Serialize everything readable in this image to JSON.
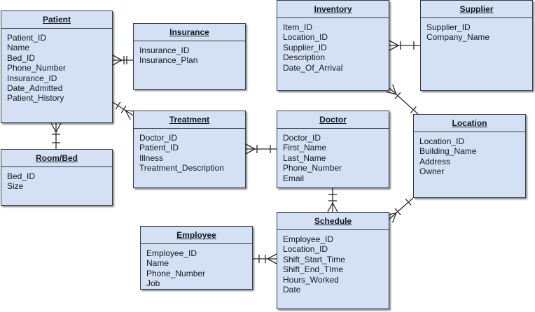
{
  "entities": {
    "patient": {
      "title": "Patient",
      "attributes": [
        "Patient_ID",
        "Name",
        "Bed_ID",
        "Phone_Number",
        "Insurance_ID",
        "Date_Admitted",
        "Patient_History"
      ]
    },
    "insurance": {
      "title": "Insurance",
      "attributes": [
        "Insurance_ID",
        "Insurance_Plan"
      ]
    },
    "room_bed": {
      "title": "Room/Bed",
      "attributes": [
        "Bed_ID",
        "Size"
      ]
    },
    "treatment": {
      "title": "Treatment",
      "attributes": [
        "Doctor_ID",
        "Patient_ID",
        "Illness",
        "Treatment_Description"
      ]
    },
    "inventory": {
      "title": "Inventory",
      "attributes": [
        "Item_ID",
        "Location_ID",
        "Supplier_ID",
        "Description",
        "Date_Of_Arrival"
      ]
    },
    "supplier": {
      "title": "Supplier",
      "attributes": [
        "Supplier_ID",
        "Company_Name"
      ]
    },
    "doctor": {
      "title": "Doctor",
      "attributes": [
        "Doctor_ID",
        "First_Name",
        "Last_Name",
        "Phone_Number",
        "Email"
      ]
    },
    "location": {
      "title": "Location",
      "attributes": [
        "Location_ID",
        "Building_Name",
        "Address",
        "Owner"
      ]
    },
    "employee": {
      "title": "Employee",
      "attributes": [
        "Employee_ID",
        "Name",
        "Phone_Number",
        "Job"
      ]
    },
    "schedule": {
      "title": "Schedule",
      "attributes": [
        "Employee_ID",
        "Location_ID",
        "Shift_Start_Time",
        "Shift_End_TIme",
        "Hours_Worked",
        "Date"
      ]
    }
  },
  "relationships": [
    {
      "from": "patient",
      "to": "insurance",
      "from_end": "many",
      "to_end": "one"
    },
    {
      "from": "patient",
      "to": "room_bed",
      "from_end": "many",
      "to_end": "one"
    },
    {
      "from": "patient",
      "to": "treatment",
      "from_end": "one",
      "to_end": "many"
    },
    {
      "from": "treatment",
      "to": "doctor",
      "from_end": "many",
      "to_end": "one"
    },
    {
      "from": "inventory",
      "to": "supplier",
      "from_end": "many",
      "to_end": "one"
    },
    {
      "from": "inventory",
      "to": "location",
      "from_end": "many",
      "to_end": "one"
    },
    {
      "from": "doctor",
      "to": "schedule",
      "from_end": "one",
      "to_end": "many"
    },
    {
      "from": "employee",
      "to": "schedule",
      "from_end": "one",
      "to_end": "many"
    },
    {
      "from": "schedule",
      "to": "location",
      "from_end": "many",
      "to_end": "one"
    }
  ],
  "colors": {
    "entity_fill": "#d4e1f4",
    "entity_border": "#2f3b4a",
    "line": "#2a2a2a",
    "text": "#101820"
  }
}
